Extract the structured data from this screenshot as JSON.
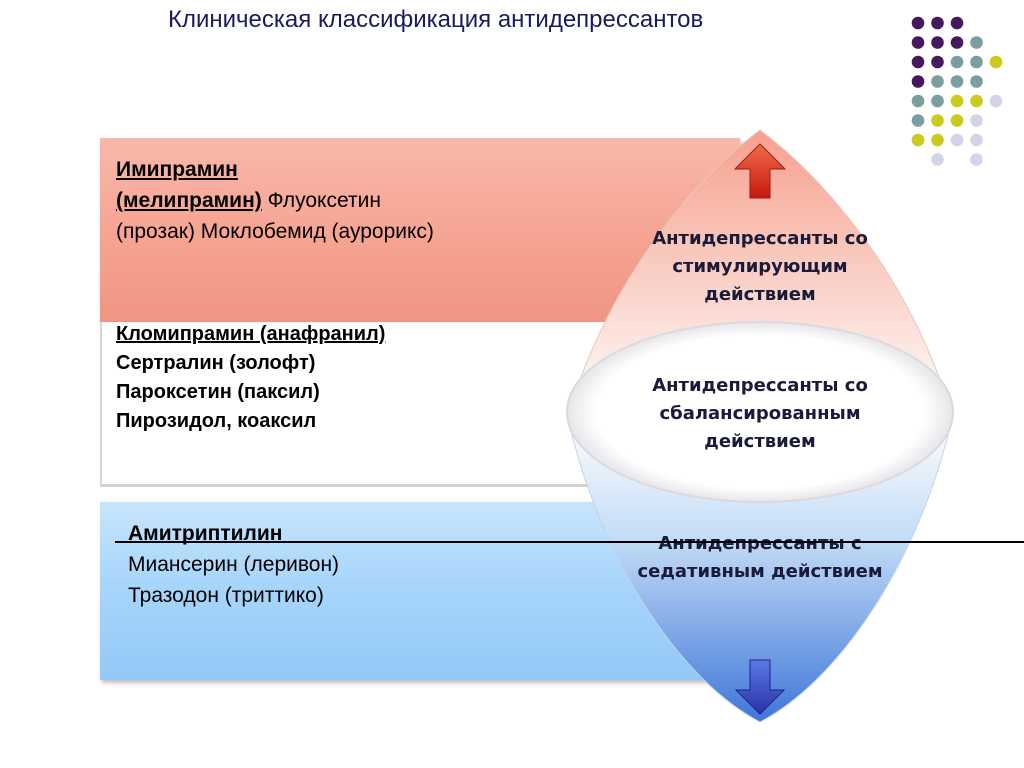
{
  "title": "Клиническая классификация антидепрессантов",
  "stimulating_box": {
    "drug1_name": " Имипрамин",
    "drug1_alt": "(мелипрамин)",
    "rest": " Флуоксетин (прозак) Моклобемид (аурорикс)"
  },
  "balanced_box": {
    "line1": " Кломипрамин (анафранил)",
    "line2": " Сертралин (золофт)",
    "line3": "Пароксетин (паксил)",
    "line4": "Пирозидол, коаксил"
  },
  "sedative_box": {
    "line1": "Амитриптилин",
    "line2": "Миансерин (леривон)",
    "line3": "Тразодон (триттико)"
  },
  "lens_labels": {
    "stimulating": "Антидепрессанты со стимулирующим действием",
    "balanced": "Антидепрессанты со сбалансированным действием",
    "sedative": "Антидепрессанты с седативным действием"
  },
  "colors": {
    "purple": "#46195f",
    "teal": "#7a9e9f",
    "olive": "#c9cc1e",
    "lavender": "#d3d3ea",
    "stim_red": "#ee8b7a",
    "sed_blue": "#4a82d8",
    "arrow_red": "#e0331e",
    "arrow_blue": "#3c50c8"
  }
}
